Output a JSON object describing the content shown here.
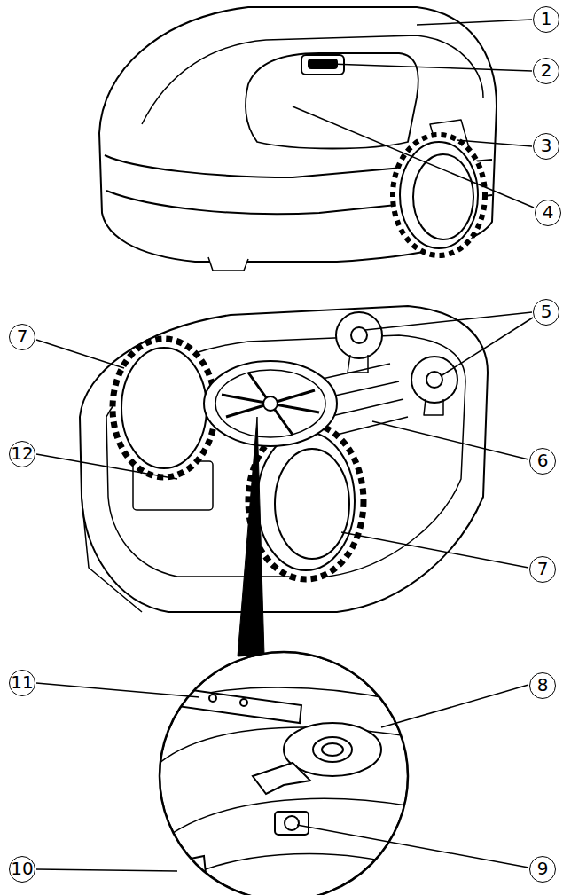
{
  "diagram": {
    "labels": [
      "1",
      "2",
      "3",
      "4",
      "5",
      "7",
      "12",
      "6",
      "7",
      "11",
      "8",
      "10",
      "9"
    ]
  }
}
